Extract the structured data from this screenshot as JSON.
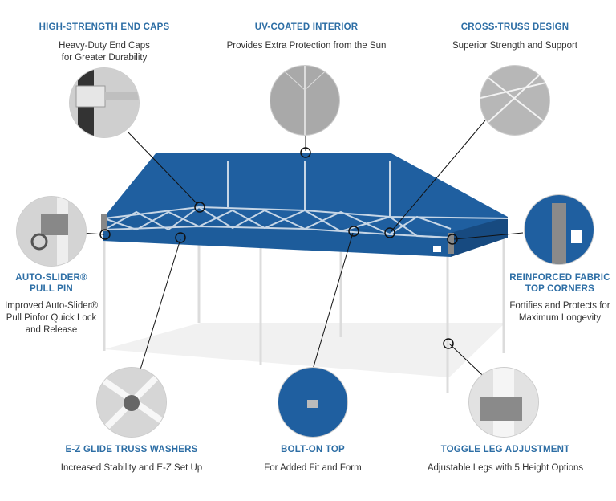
{
  "features": {
    "end_caps": {
      "title": "HIGH-STRENGTH END CAPS",
      "desc_lines": [
        "Heavy-Duty End Caps",
        "for Greater Durability"
      ]
    },
    "uv_interior": {
      "title": "UV-COATED INTERIOR",
      "desc_lines": [
        "Provides Extra Protection from the Sun"
      ]
    },
    "cross_truss": {
      "title": "CROSS-TRUSS DESIGN",
      "desc_lines": [
        "Superior Strength and Support"
      ]
    },
    "auto_slider": {
      "title_lines": [
        "AUTO-SLIDER® ",
        "PULL PIN"
      ],
      "desc_lines": [
        "Improved Auto-Slider®",
        "Pull Pinfor Quick Lock",
        "and Release"
      ]
    },
    "fabric_corners": {
      "title_lines": [
        "REINFORCED FABRIC",
        "TOP CORNERS"
      ],
      "desc_lines": [
        "Fortifies and Protects for",
        "Maximum Longevity"
      ]
    },
    "truss_washers": {
      "title": "E-Z GLIDE TRUSS WASHERS",
      "desc_lines": [
        "Increased Stability and E-Z Set Up"
      ]
    },
    "bolt_on_top": {
      "title": "BOLT-ON TOP",
      "desc_lines": [
        "For Added Fit and Form"
      ]
    },
    "toggle_leg": {
      "title": "TOGGLE LEG ADJUSTMENT",
      "desc_lines": [
        "Adjustable Legs with 5 Height Options"
      ]
    }
  },
  "colors": {
    "title_blue": "#2d6ea5",
    "canopy_blue": "#1f5fa0",
    "canopy_dark": "#174a80",
    "frame": "#e8e8e8",
    "text": "#333333"
  }
}
